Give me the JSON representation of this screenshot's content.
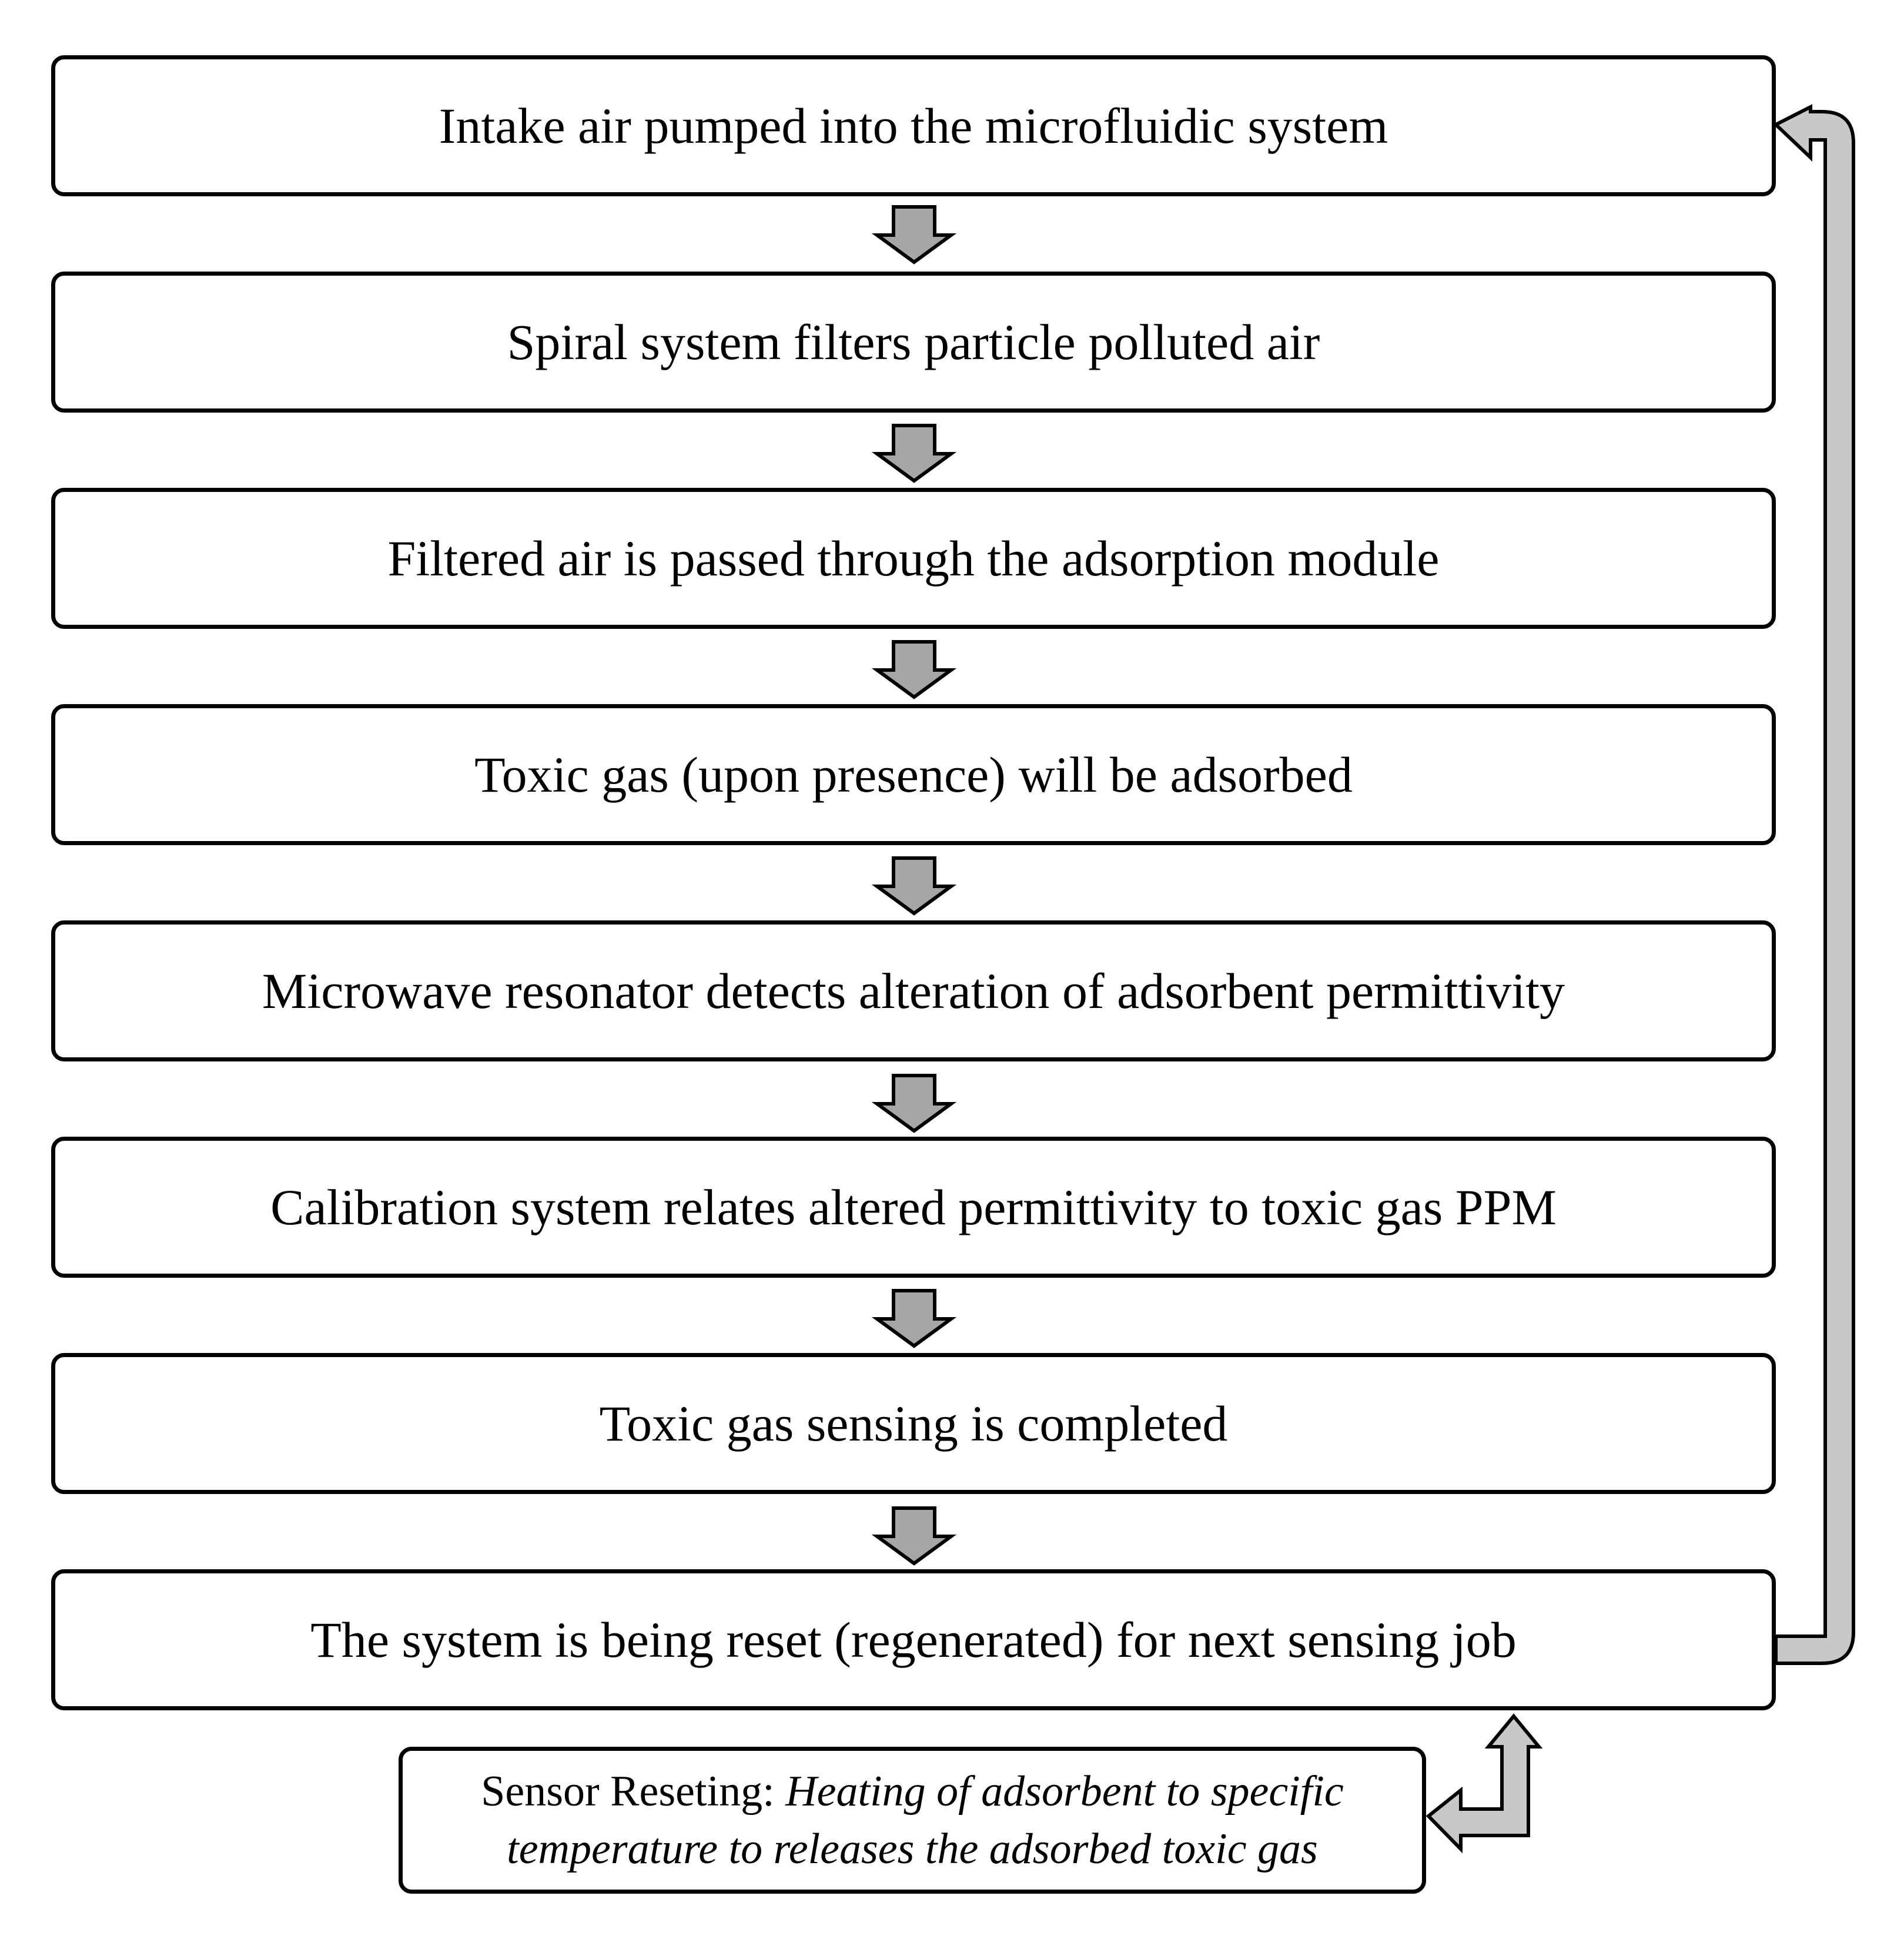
{
  "colors": {
    "arrow_fill": "#a6a6a6",
    "loop_arrow_fill": "#c8c8c8",
    "stroke": "#000000"
  },
  "steps": [
    "Intake air pumped into the microfluidic system",
    "Spiral system filters particle polluted air",
    "Filtered air is passed through the adsorption module",
    "Toxic gas (upon presence) will be adsorbed",
    "Microwave resonator detects alteration of adsorbent permittivity",
    "Calibration system relates altered permittivity to toxic gas PPM",
    "Toxic gas sensing is completed",
    "The system is being reset (regenerated) for next sensing job"
  ],
  "note": {
    "label": "Sensor Reseting: ",
    "line1_italic": "Heating of adsorbent to specific",
    "line2_italic": "temperature to releases the adsorbed toxic gas"
  },
  "icons": {
    "down_arrow": "down-arrow-icon",
    "loop_arrow": "loop-back-arrow-icon",
    "reset_arrow": "reset-link-arrow-icon"
  }
}
